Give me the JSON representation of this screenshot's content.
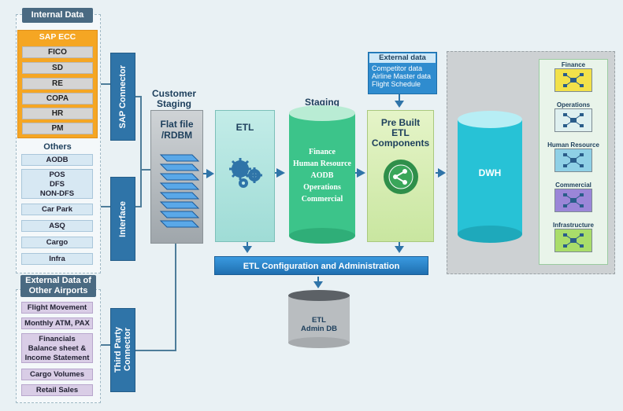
{
  "internal": {
    "header": "Internal Data",
    "sap_title": "SAP ECC",
    "sap_items": [
      "FICO",
      "SD",
      "RE",
      "COPA",
      "HR",
      "PM"
    ],
    "others_title": "Others",
    "aodb": "AODB",
    "pos": "POS",
    "dfs": "DFS",
    "nondfs": "NON-DFS",
    "carpark": "Car Park",
    "asq": "ASQ",
    "cargo": "Cargo",
    "infra": "Infra"
  },
  "external_airports": {
    "header1": "External Data of",
    "header2": "Other Airports",
    "flight": "Flight Movement",
    "atm": "Monthly ATM, PAX",
    "fin1": "Financials",
    "fin2": "Balance sheet &",
    "fin3": "Income Statement",
    "cargo": "Cargo Volumes",
    "retail": "Retail Sales"
  },
  "connectors": {
    "sap": "SAP Connector",
    "interface": "Interface",
    "third1": "Third Party",
    "third2": "Connector"
  },
  "staging_customer": {
    "title1": "Customer",
    "title2": "Staging",
    "flat1": "Flat file",
    "flat2": "/RDBM"
  },
  "etl": {
    "label": "ETL"
  },
  "staging": {
    "title": "Staging",
    "items": [
      "Finance",
      "Human Resource",
      "AODB",
      "Operations",
      "Commercial"
    ]
  },
  "external_data": {
    "title": "External data",
    "items": [
      "Competitor data",
      "Airline Master data",
      "Flight Schedule"
    ]
  },
  "prebuilt": {
    "l1": "Pre Built",
    "l2": "ETL",
    "l3": "Components"
  },
  "dwh": {
    "label": "DWH"
  },
  "marts": {
    "items": [
      "Finance",
      "Operations",
      "Human Resource",
      "Commercial",
      "Infrastructure"
    ],
    "colors": [
      "#f2e14a",
      "#dff0f0",
      "#8fd0e6",
      "#9b86d8",
      "#a9dd6a"
    ]
  },
  "etl_config": {
    "label": "ETL Configuration and Administration"
  },
  "admin_db": {
    "l1": "ETL",
    "l2": "Admin DB"
  },
  "icons": {
    "etl": "gears-icon",
    "prebuilt": "share-icon",
    "mart": "network-icon"
  }
}
